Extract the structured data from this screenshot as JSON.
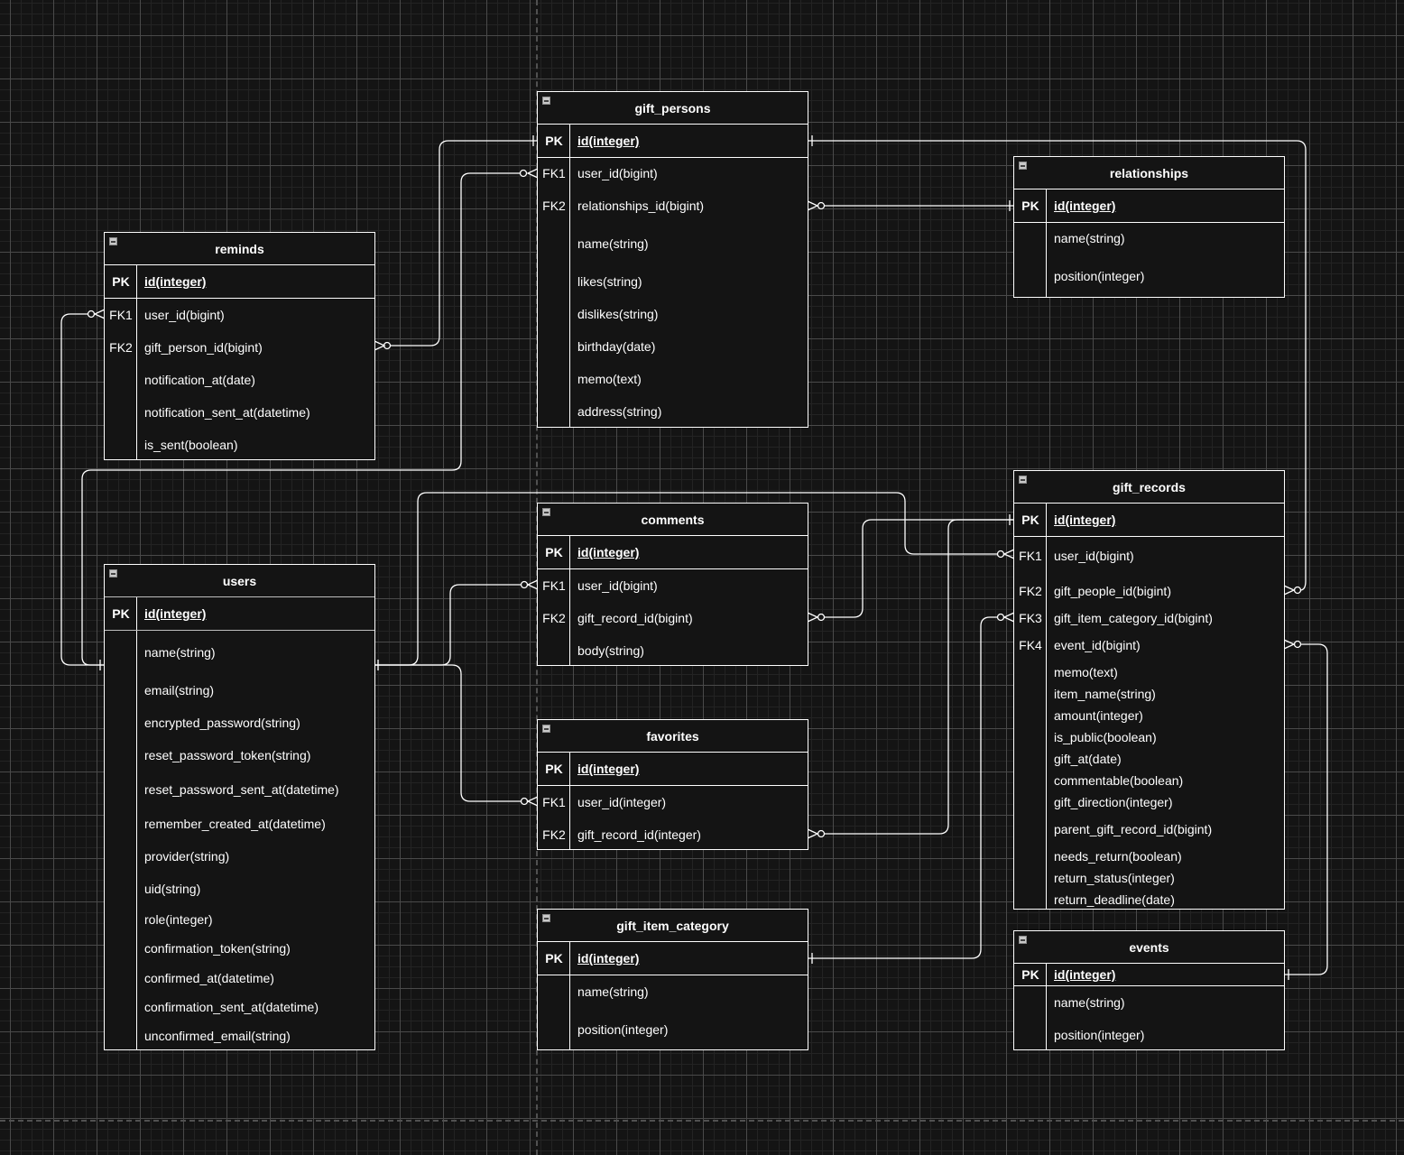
{
  "diagram": {
    "type": "entity-relationship",
    "entities": {
      "gift_persons": {
        "title": "gift_persons",
        "pk": {
          "key": "PK",
          "attr": "id(integer)"
        },
        "fields": [
          {
            "key": "FK1",
            "attr": "user_id(bigint)"
          },
          {
            "key": "FK2",
            "attr": "relationships_id(bigint)"
          },
          {
            "key": "",
            "attr": "name(string)"
          },
          {
            "key": "",
            "attr": "likes(string)"
          },
          {
            "key": "",
            "attr": "dislikes(string)"
          },
          {
            "key": "",
            "attr": "birthday(date)"
          },
          {
            "key": "",
            "attr": "memo(text)"
          },
          {
            "key": "",
            "attr": "address(string)"
          }
        ]
      },
      "relationships": {
        "title": "relationships",
        "pk": {
          "key": "PK",
          "attr": "id(integer)"
        },
        "fields": [
          {
            "key": "",
            "attr": "name(string)"
          },
          {
            "key": "",
            "attr": "position(integer)"
          }
        ]
      },
      "reminds": {
        "title": "reminds",
        "pk": {
          "key": "PK",
          "attr": "id(integer)"
        },
        "fields": [
          {
            "key": "FK1",
            "attr": "user_id(bigint)"
          },
          {
            "key": "FK2",
            "attr": "gift_person_id(bigint)"
          },
          {
            "key": "",
            "attr": "notification_at(date)"
          },
          {
            "key": "",
            "attr": "notification_sent_at(datetime)"
          },
          {
            "key": "",
            "attr": "is_sent(boolean)"
          }
        ]
      },
      "users": {
        "title": "users",
        "pk": {
          "key": "PK",
          "attr": "id(integer)"
        },
        "fields": [
          {
            "key": "",
            "attr": "name(string)"
          },
          {
            "key": "",
            "attr": "email(string)"
          },
          {
            "key": "",
            "attr": "encrypted_password(string)"
          },
          {
            "key": "",
            "attr": "reset_password_token(string)"
          },
          {
            "key": "",
            "attr": "reset_password_sent_at(datetime)"
          },
          {
            "key": "",
            "attr": "remember_created_at(datetime)"
          },
          {
            "key": "",
            "attr": "provider(string)"
          },
          {
            "key": "",
            "attr": "uid(string)"
          },
          {
            "key": "",
            "attr": "role(integer)"
          },
          {
            "key": "",
            "attr": "confirmation_token(string)"
          },
          {
            "key": "",
            "attr": "confirmed_at(datetime)"
          },
          {
            "key": "",
            "attr": "confirmation_sent_at(datetime)"
          },
          {
            "key": "",
            "attr": "unconfirmed_email(string)"
          }
        ]
      },
      "comments": {
        "title": "comments",
        "pk": {
          "key": "PK",
          "attr": "id(integer)"
        },
        "fields": [
          {
            "key": "FK1",
            "attr": "user_id(bigint)"
          },
          {
            "key": "FK2",
            "attr": "gift_record_id(bigint)"
          },
          {
            "key": "",
            "attr": "body(string)"
          }
        ]
      },
      "favorites": {
        "title": "favorites",
        "pk": {
          "key": "PK",
          "attr": "id(integer)"
        },
        "fields": [
          {
            "key": "FK1",
            "attr": "user_id(integer)"
          },
          {
            "key": "FK2",
            "attr": "gift_record_id(integer)"
          }
        ]
      },
      "gift_item_category": {
        "title": "gift_item_category",
        "pk": {
          "key": "PK",
          "attr": "id(integer)"
        },
        "fields": [
          {
            "key": "",
            "attr": "name(string)"
          },
          {
            "key": "",
            "attr": "position(integer)"
          }
        ]
      },
      "gift_records": {
        "title": "gift_records",
        "pk": {
          "key": "PK",
          "attr": "id(integer)"
        },
        "fields": [
          {
            "key": "FK1",
            "attr": "user_id(bigint)"
          },
          {
            "key": "FK2",
            "attr": "gift_people_id(bigint)"
          },
          {
            "key": "FK3",
            "attr": "gift_item_category_id(bigint)"
          },
          {
            "key": "FK4",
            "attr": "event_id(bigint)"
          },
          {
            "key": "",
            "attr": "memo(text)"
          },
          {
            "key": "",
            "attr": "item_name(string)"
          },
          {
            "key": "",
            "attr": "amount(integer)"
          },
          {
            "key": "",
            "attr": "is_public(boolean)"
          },
          {
            "key": "",
            "attr": "gift_at(date)"
          },
          {
            "key": "",
            "attr": "commentable(boolean)"
          },
          {
            "key": "",
            "attr": "gift_direction(integer)"
          },
          {
            "key": "",
            "attr": "parent_gift_record_id(bigint)"
          },
          {
            "key": "",
            "attr": "needs_return(boolean)"
          },
          {
            "key": "",
            "attr": "return_status(integer)"
          },
          {
            "key": "",
            "attr": "return_deadline(date)"
          }
        ]
      },
      "events": {
        "title": "events",
        "pk": {
          "key": "PK",
          "attr": "id(integer)"
        },
        "fields": [
          {
            "key": "",
            "attr": "name(string)"
          },
          {
            "key": "",
            "attr": "position(integer)"
          }
        ]
      }
    },
    "relations": [
      {
        "from": "users.id",
        "to": "reminds.user_id",
        "cardinality": "one-to-zero-or-many"
      },
      {
        "from": "users.id",
        "to": "gift_persons.user_id",
        "cardinality": "one-to-zero-or-many"
      },
      {
        "from": "users.id",
        "to": "comments.user_id",
        "cardinality": "one-to-zero-or-many"
      },
      {
        "from": "users.id",
        "to": "favorites.user_id",
        "cardinality": "one-to-zero-or-many"
      },
      {
        "from": "users.id",
        "to": "gift_records.user_id",
        "cardinality": "one-to-zero-or-many"
      },
      {
        "from": "gift_persons.id",
        "to": "reminds.gift_person_id",
        "cardinality": "one-to-zero-or-many"
      },
      {
        "from": "gift_persons.id",
        "to": "gift_records.gift_people_id",
        "cardinality": "one-to-zero-or-many"
      },
      {
        "from": "relationships.id",
        "to": "gift_persons.relationships_id",
        "cardinality": "one-to-zero-or-many"
      },
      {
        "from": "gift_records.id",
        "to": "comments.gift_record_id",
        "cardinality": "one-to-zero-or-many"
      },
      {
        "from": "gift_records.id",
        "to": "favorites.gift_record_id",
        "cardinality": "one-to-zero-or-many"
      },
      {
        "from": "gift_item_category.id",
        "to": "gift_records.gift_item_category_id",
        "cardinality": "one-to-zero-or-many"
      },
      {
        "from": "events.id",
        "to": "gift_records.event_id",
        "cardinality": "one-to-zero-or-many"
      }
    ]
  }
}
